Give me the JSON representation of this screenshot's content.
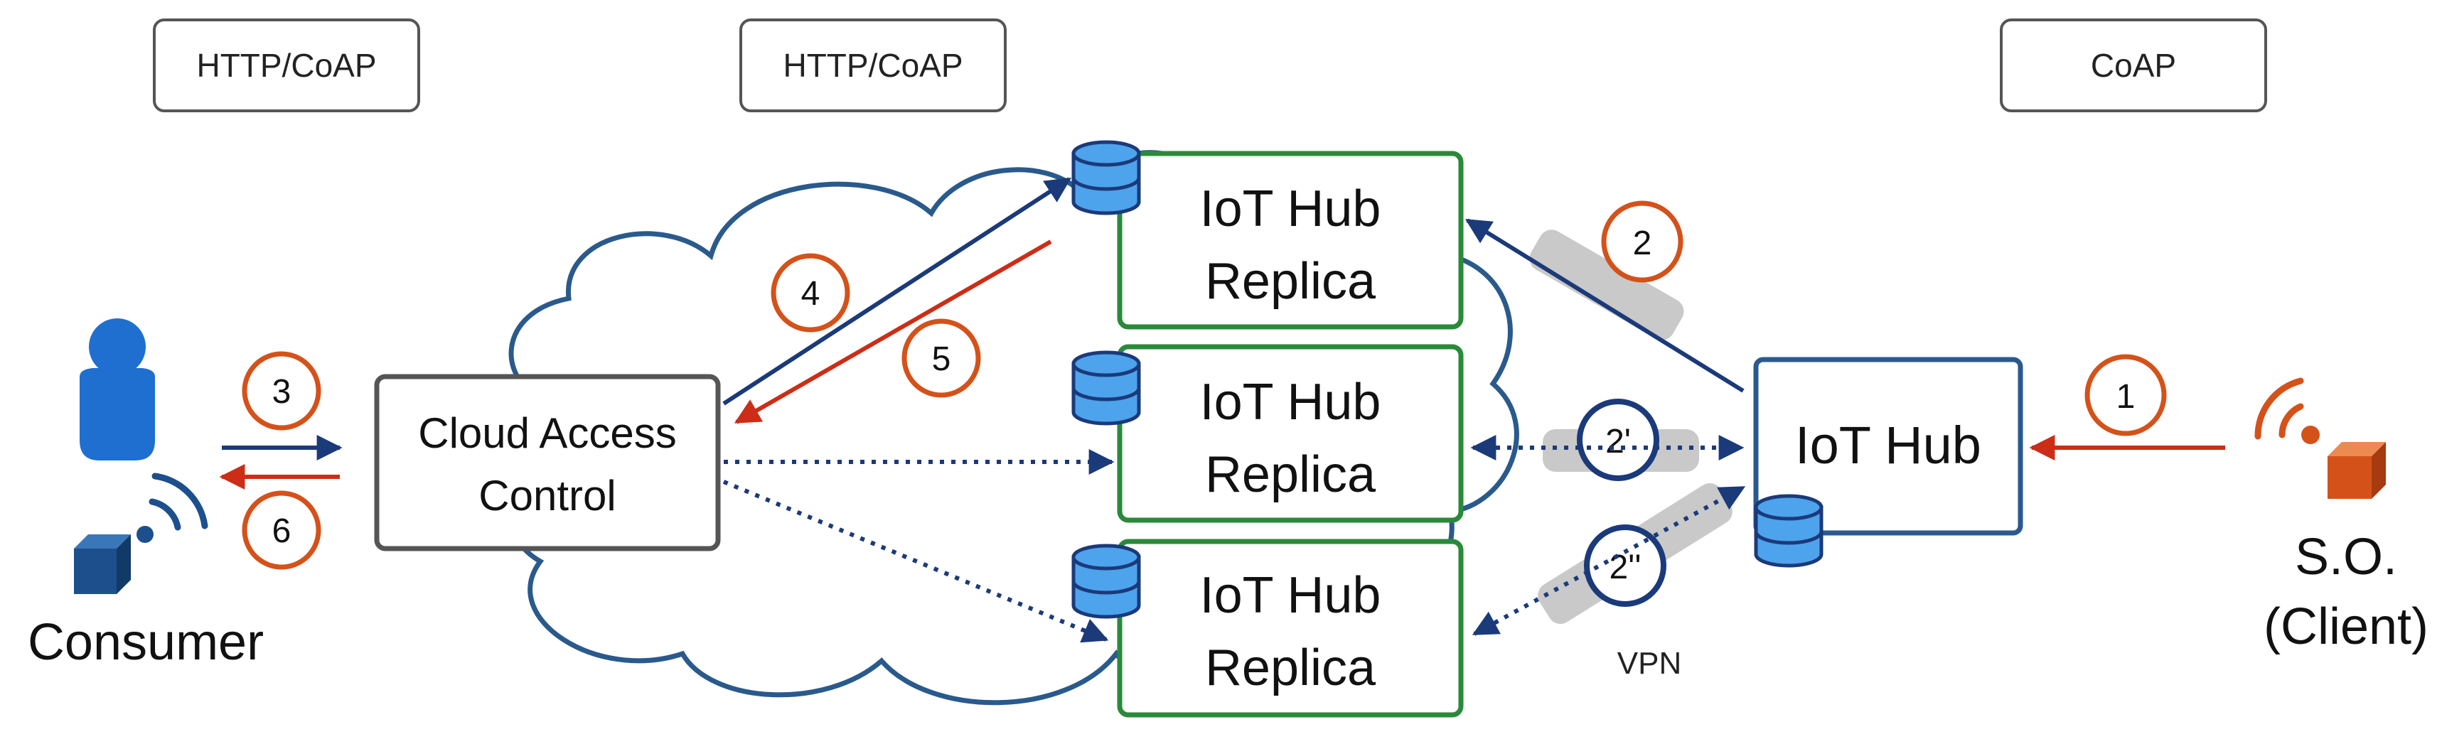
{
  "protocols": {
    "left": "HTTP/CoAP",
    "middle": "HTTP/CoAP",
    "right": "CoAP"
  },
  "consumer": {
    "label": "Consumer"
  },
  "cloud_access_control": {
    "line1": "Cloud Access",
    "line2": "Control"
  },
  "replicas": [
    {
      "line1": "IoT Hub",
      "line2": "Replica"
    },
    {
      "line1": "IoT Hub",
      "line2": "Replica"
    },
    {
      "line1": "IoT Hub",
      "line2": "Replica"
    }
  ],
  "iot_hub": {
    "label": "IoT Hub"
  },
  "so_client": {
    "line1": "S.O.",
    "line2": "(Client)"
  },
  "vpn_label": "VPN",
  "steps": {
    "s1": "1",
    "s2": "2",
    "s2p": "2'",
    "s2pp": "2''",
    "s3": "3",
    "s4": "4",
    "s5": "5",
    "s6": "6"
  },
  "colors": {
    "navy": "#1b3a7a",
    "cloud": "#2a5a8c",
    "green": "#2a8a3a",
    "orange": "#d4521a",
    "red": "#cc2d16",
    "db": "#4da3ec",
    "person": "#1e6fd0",
    "iothub_border": "#2a5a8c",
    "gray_box": "#555555",
    "vpn_band": "#c9c9c9"
  }
}
